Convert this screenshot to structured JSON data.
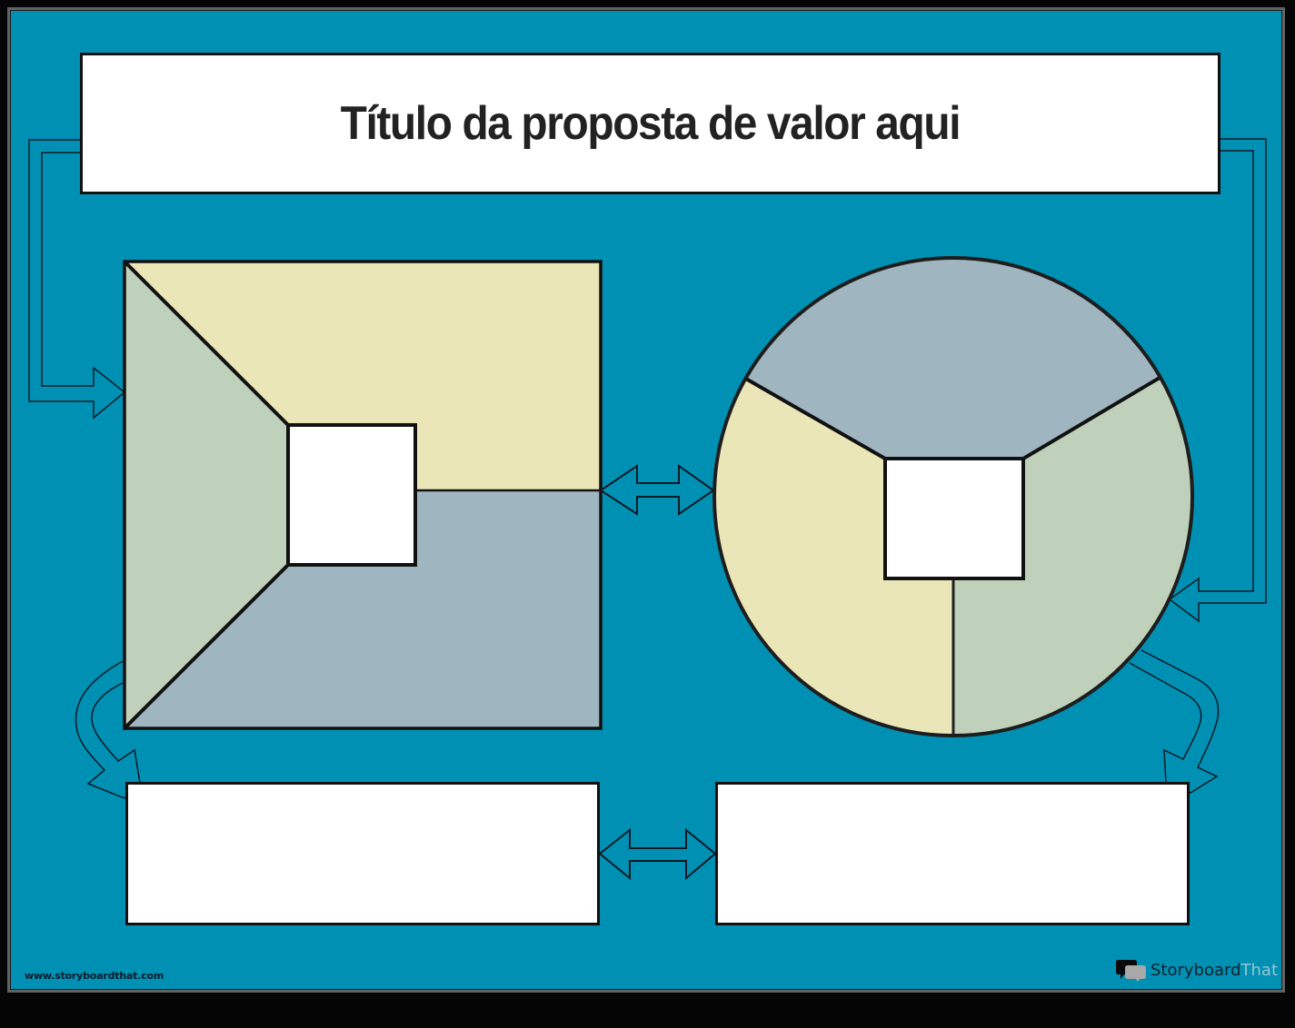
{
  "title": "Título da proposta de valor aqui",
  "footer": {
    "website": "www.storyboardthat.com",
    "brand_primary": "Storyboard",
    "brand_secondary": "That"
  },
  "colors": {
    "background": "#0090b3",
    "yellow_section": "#ebe6b8",
    "green_section": "#c0d1bb",
    "blue_section": "#9fb6c1",
    "box_fill": "#ffffff",
    "stroke": "#111111"
  },
  "diagram": {
    "square_panel": {
      "sections": [
        "left-triangle-green",
        "top-yellow",
        "bottom-blue"
      ],
      "center_box_text": ""
    },
    "circle_panel": {
      "sections": [
        "top-blue",
        "left-yellow",
        "right-green"
      ],
      "center_box_text": ""
    },
    "bottom_boxes": [
      {
        "text": ""
      },
      {
        "text": ""
      }
    ]
  }
}
